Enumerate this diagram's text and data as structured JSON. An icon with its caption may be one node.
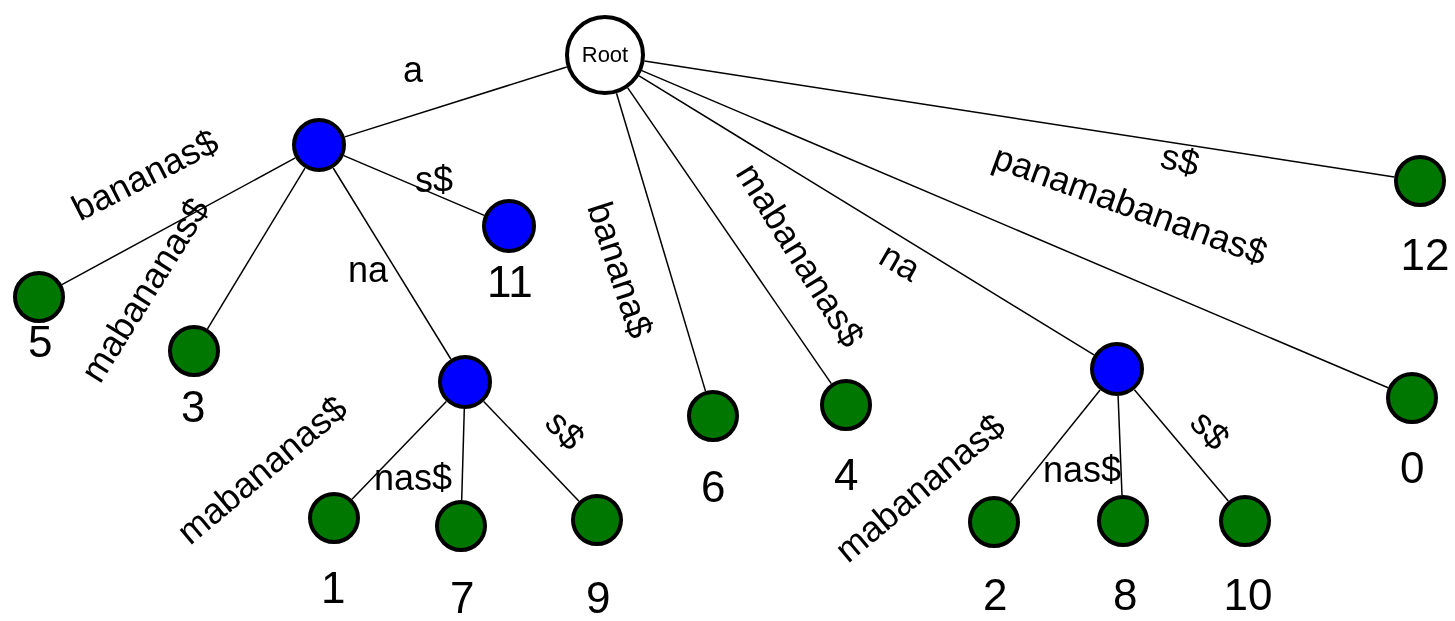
{
  "diagram": {
    "nodes": [
      {
        "text": [
          "Root"
        ]
      },
      {
        "text": [],
        "shape": "circle"
      },
      {
        "text": [],
        "shape": "circle",
        "beside": [
          "5"
        ]
      },
      {
        "text": [],
        "shape": "circle",
        "beside": [
          "3"
        ]
      },
      {
        "text": [],
        "shape": "circle"
      },
      {
        "text": [],
        "shape": "circle",
        "beside": [
          "1"
        ]
      },
      {
        "text": [],
        "shape": "circle",
        "beside": [
          "7"
        ]
      },
      {
        "text": [],
        "shape": "circle",
        "beside": [
          "9"
        ]
      },
      {
        "text": [],
        "shape": "circle",
        "beside": [
          "11"
        ]
      },
      {
        "text": [],
        "shape": "circle",
        "beside": [
          "6"
        ]
      },
      {
        "text": [],
        "shape": "circle",
        "beside": [
          "4"
        ]
      },
      {
        "text": [],
        "shape": "circle"
      },
      {
        "text": [],
        "shape": "circle",
        "beside": [
          "2"
        ]
      },
      {
        "text": [],
        "shape": "circle",
        "beside": [
          "8"
        ]
      },
      {
        "text": [],
        "shape": "circle",
        "beside": [
          "10"
        ]
      },
      {
        "text": [],
        "shape": "circle",
        "beside": [
          "0"
        ]
      },
      {
        "text": [],
        "shape": "circle",
        "beside": [
          "12"
        ]
      }
    ],
    "edges": [
      {
        "from": 0,
        "to": 1,
        "arrow": "none",
        "label": "a"
      },
      {
        "from": 1,
        "to": 2,
        "arrow": "none",
        "label": "bananas$"
      },
      {
        "from": 1,
        "to": 3,
        "arrow": "none",
        "label": "mabananas$"
      },
      {
        "from": 1,
        "to": 4,
        "arrow": "none",
        "label": "na"
      },
      {
        "from": 1,
        "to": 8,
        "arrow": "none",
        "label": "s$"
      },
      {
        "from": 4,
        "to": 5,
        "arrow": "none",
        "label": "mabananas$"
      },
      {
        "from": 4,
        "to": 6,
        "arrow": "none",
        "label": "nas$"
      },
      {
        "from": 4,
        "to": 7,
        "arrow": "none",
        "label": "s$"
      },
      {
        "from": 0,
        "to": 9,
        "arrow": "none",
        "label": "banana$"
      },
      {
        "from": 0,
        "to": 10,
        "arrow": "none",
        "label": "mabananas$"
      },
      {
        "from": 0,
        "to": 11,
        "arrow": "none",
        "label": "na"
      },
      {
        "from": 11,
        "to": 12,
        "arrow": "none",
        "label": "mabananas$"
      },
      {
        "from": 11,
        "to": 13,
        "arrow": "none",
        "label": "nas$"
      },
      {
        "from": 11,
        "to": 14,
        "arrow": "none",
        "label": "s$"
      },
      {
        "from": 0,
        "to": 15,
        "arrow": "none",
        "label": "panamabananas$"
      },
      {
        "from": 0,
        "to": 16,
        "arrow": "none",
        "label": "s$"
      }
    ]
  }
}
